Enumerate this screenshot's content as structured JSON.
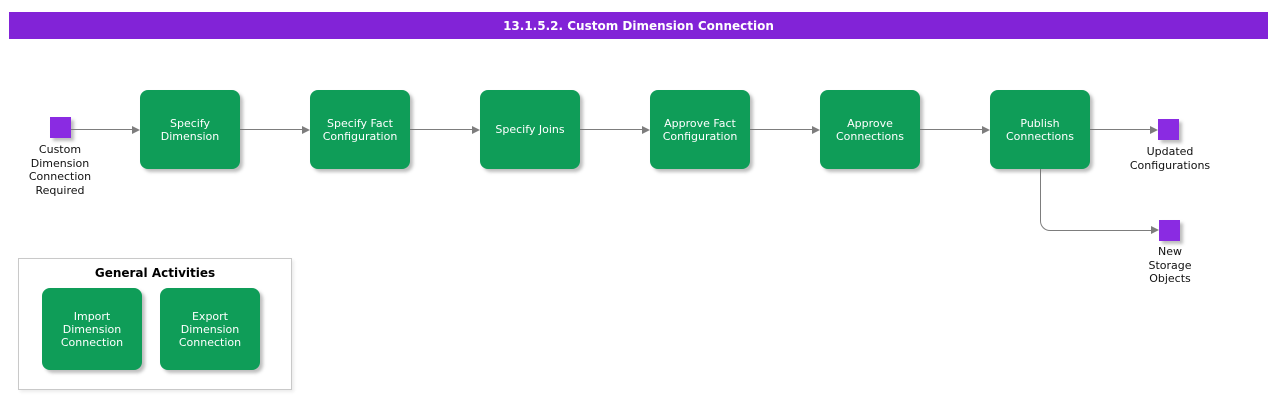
{
  "header": {
    "title": "13.1.5.2. Custom Dimension Connection"
  },
  "colors": {
    "header_bg": "#8223d7",
    "task_green": "#0f9d58",
    "event_purple": "#8a2be2",
    "connector": "#7d7d7d"
  },
  "diagram": {
    "start_event": {
      "label": "Custom Dimension Connection Required"
    },
    "tasks": [
      {
        "label": "Specify Dimension"
      },
      {
        "label": "Specify Fact Configuration"
      },
      {
        "label": "Specify Joins"
      },
      {
        "label": "Approve Fact Configuration"
      },
      {
        "label": "Approve Connections"
      },
      {
        "label": "Publish Connections"
      }
    ],
    "end_events": [
      {
        "label": "Updated Configurations"
      },
      {
        "label": "New Storage Objects"
      }
    ]
  },
  "general_activities": {
    "title": "General Activities",
    "items": [
      {
        "label": "Import Dimension Connection"
      },
      {
        "label": "Export Dimension Connection"
      }
    ]
  }
}
